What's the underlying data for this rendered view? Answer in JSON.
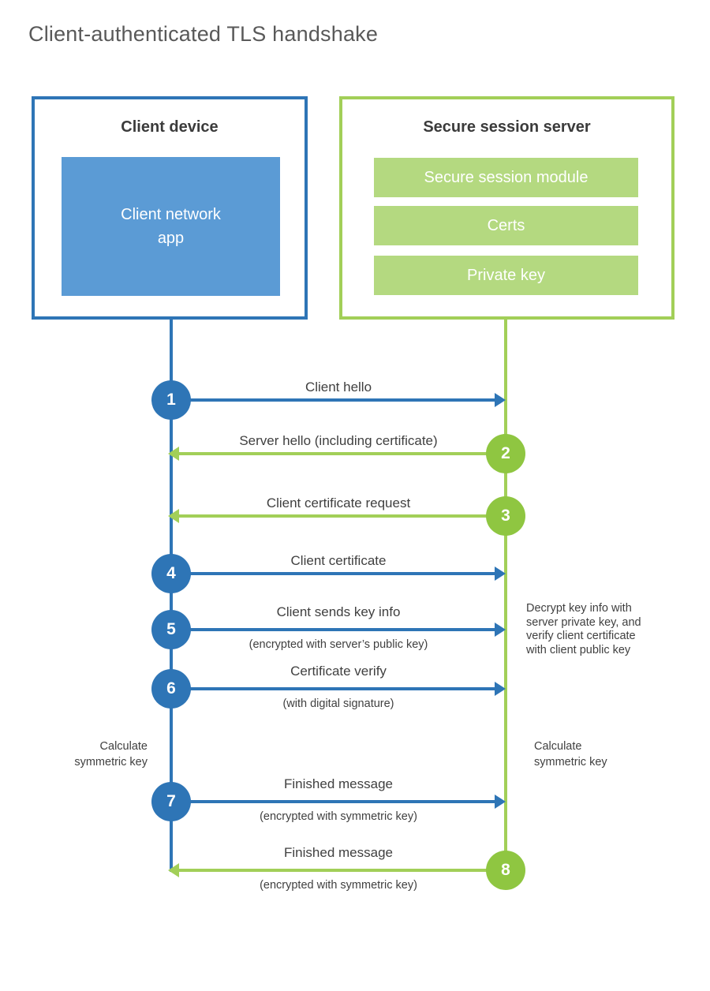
{
  "title": "Client-authenticated TLS handshake",
  "colors": {
    "blue": "#2e75b6",
    "blue_fill": "#5b9bd5",
    "green": "#8fc641",
    "green_line": "#a2cf58",
    "green_fill": "#b4d980"
  },
  "client": {
    "title": "Client device",
    "app_label": "Client network\napp"
  },
  "server": {
    "title": "Secure session server",
    "modules": [
      "Secure session module",
      "Certs",
      "Private key"
    ]
  },
  "messages": [
    {
      "num": "1",
      "from": "client",
      "label": "Client hello",
      "sub": ""
    },
    {
      "num": "2",
      "from": "server",
      "label": "Server hello (including certificate)",
      "sub": ""
    },
    {
      "num": "3",
      "from": "server",
      "label": "Client certificate request",
      "sub": ""
    },
    {
      "num": "4",
      "from": "client",
      "label": "Client certificate",
      "sub": ""
    },
    {
      "num": "5",
      "from": "client",
      "label": "Client sends key info",
      "sub": "(encrypted with server’s public key)"
    },
    {
      "num": "6",
      "from": "client",
      "label": "Certificate verify",
      "sub": "(with digital signature)"
    },
    {
      "num": "7",
      "from": "client",
      "label": "Finished message",
      "sub": "(encrypted with symmetric key)"
    },
    {
      "num": "8",
      "from": "server",
      "label": "Finished message",
      "sub": "(encrypted with symmetric key)"
    }
  ],
  "annotations": {
    "decrypt_note": "Decrypt key info with\nserver private key, and\nverify client certificate\nwith client public key",
    "calc_left": "Calculate\nsymmetric key",
    "calc_right": "Calculate\nsymmetric key"
  }
}
